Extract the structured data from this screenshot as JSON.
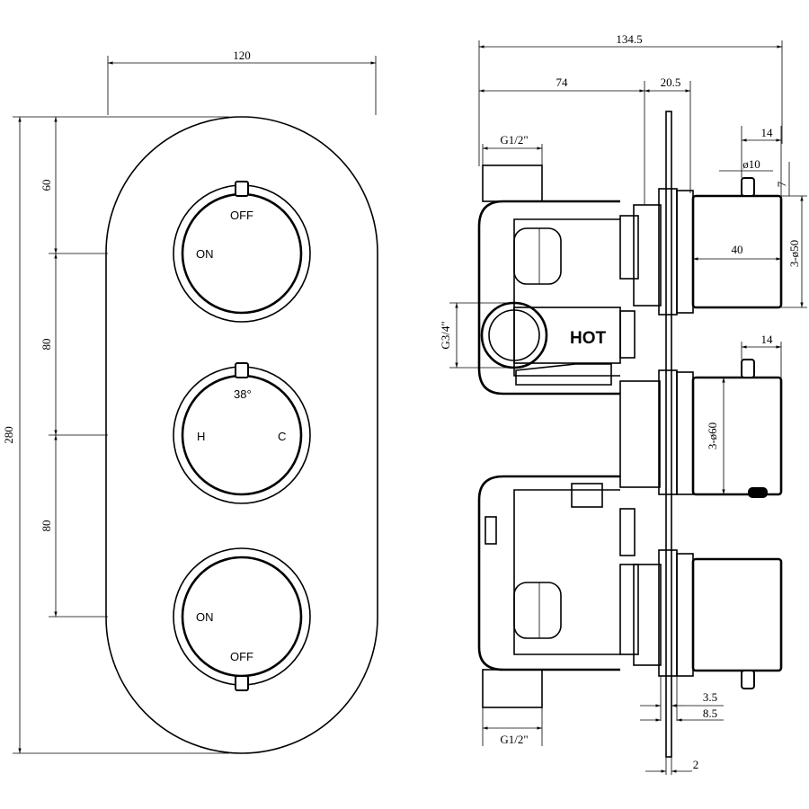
{
  "front_view": {
    "dims": {
      "width": "120",
      "height": "280",
      "top_offset": "60",
      "spacing_upper": "80",
      "spacing_lower": "80"
    },
    "top_handle": {
      "off": "OFF",
      "on": "ON"
    },
    "middle_handle": {
      "temp": "38°",
      "hot": "H",
      "cold": "C"
    },
    "bottom_handle": {
      "on": "ON",
      "off": "OFF"
    }
  },
  "side_view": {
    "dims": {
      "overall_depth": "134.5",
      "body_depth": "74",
      "plate_depth": "20.5",
      "inlet_top": "G1/2\"",
      "inlet_bottom": "G1/2\"",
      "hot_inlet": "G3/4\"",
      "pin_offset_top": "14",
      "pin_dia": "ø10",
      "pin_height": "7",
      "handle_length": "40",
      "handle_dia_small": "3-ø50",
      "pin_offset_mid": "14",
      "handle_dia_large": "3-ø60",
      "flange_a": "3.5",
      "flange_b": "8.5",
      "plate_thickness": "2"
    },
    "hot_label": "HOT"
  }
}
